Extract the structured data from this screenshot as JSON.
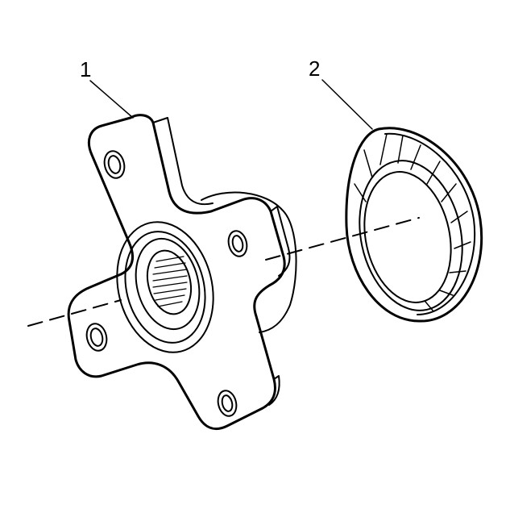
{
  "callouts": [
    {
      "number": "1",
      "part": "flange"
    },
    {
      "number": "2",
      "part": "deflector"
    }
  ],
  "colors": {
    "line": "#000000",
    "background": "#ffffff"
  }
}
